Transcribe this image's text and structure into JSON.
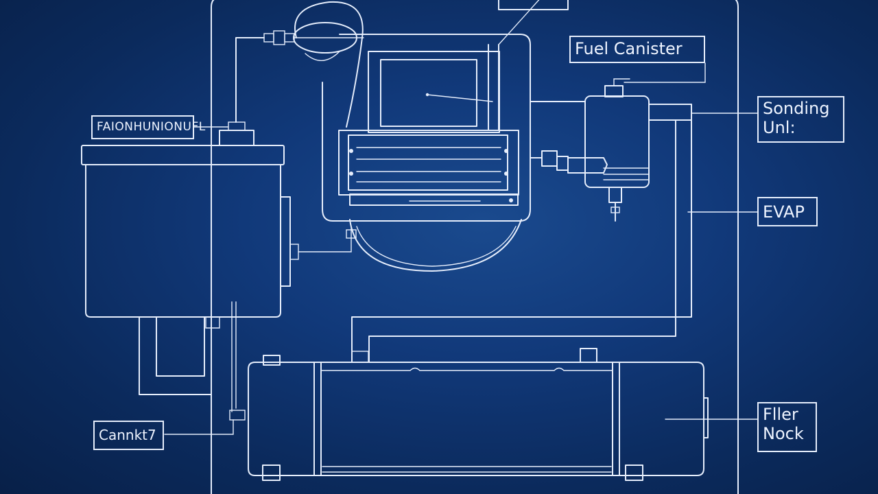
{
  "diagram": {
    "background_color": "#0b2a5a",
    "line_color": "#e6eefc",
    "labels": {
      "fuel_canister": "Fuel Canister",
      "sending_unit": "Sonding\nUnl:",
      "evap": "EVAP",
      "filler_neck": "Fller\nNock",
      "fuel_module": "FAIONHUNIONUFL",
      "canister": "Cannkt7"
    }
  }
}
